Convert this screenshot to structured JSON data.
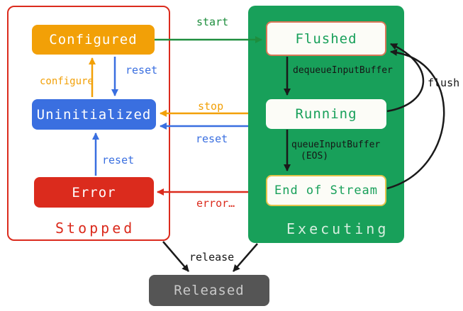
{
  "groups": {
    "stopped": {
      "label": "Stopped"
    },
    "executing": {
      "label": "Executing"
    }
  },
  "states": {
    "configured": {
      "label": "Configured"
    },
    "uninitialized": {
      "label": "Uninitialized"
    },
    "error": {
      "label": "Error"
    },
    "flushed": {
      "label": "Flushed"
    },
    "running": {
      "label": "Running"
    },
    "end_of_stream": {
      "label": "End of Stream"
    },
    "released": {
      "label": "Released"
    }
  },
  "transitions": {
    "start": {
      "label": "start"
    },
    "configure": {
      "label": "configure"
    },
    "reset_from_configured": {
      "label": "reset"
    },
    "stop": {
      "label": "stop"
    },
    "reset_from_executing": {
      "label": "reset"
    },
    "reset_from_error": {
      "label": "reset"
    },
    "error": {
      "label": "error…"
    },
    "dequeue_input_buffer": {
      "label": "dequeueInputBuffer"
    },
    "queue_input_buffer": {
      "label": "queueInputBuffer"
    },
    "queue_input_buffer_eos": {
      "label": "(EOS)"
    },
    "flush": {
      "label": "flush"
    },
    "release": {
      "label": "release"
    }
  },
  "colors": {
    "orange": "#F2A007",
    "blue": "#3A6FE0",
    "red": "#DB2B1D",
    "green_fill": "#18A05A",
    "green_arrow": "#1E8E3E",
    "salmon_border": "#D97757",
    "yellow_border": "#E4C44C",
    "released_gray": "#555555",
    "black": "#1A1A1A"
  }
}
